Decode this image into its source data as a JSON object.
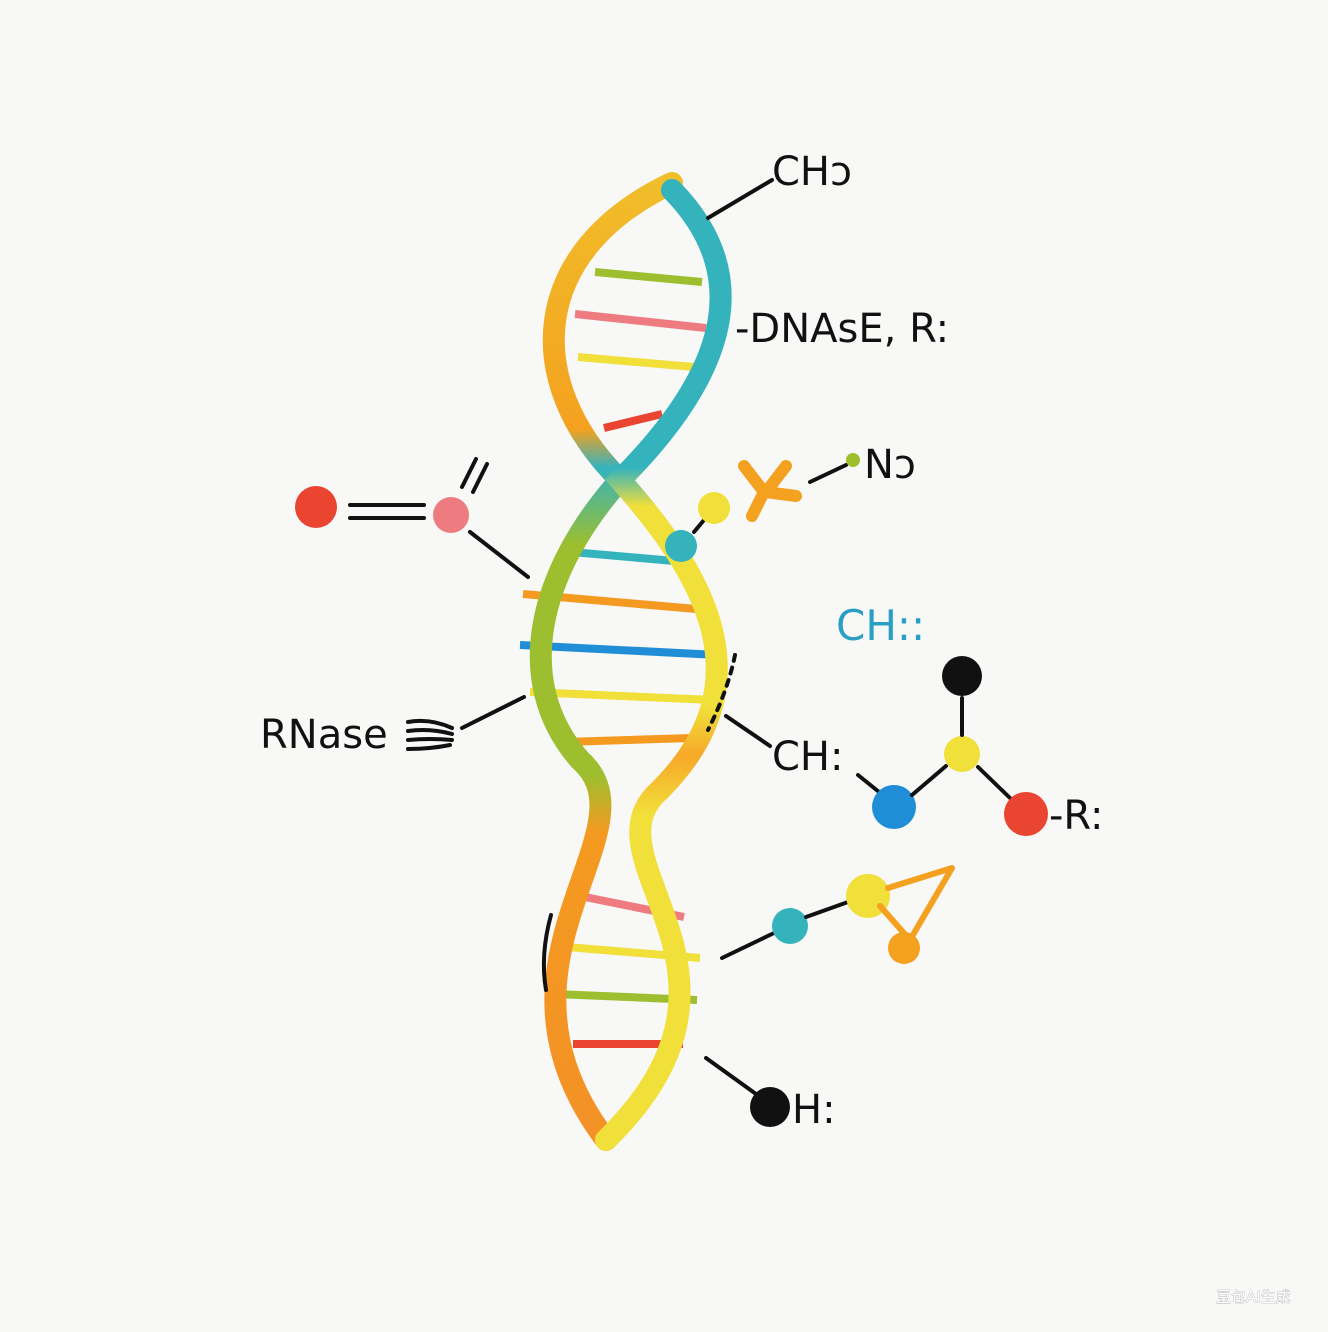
{
  "labels": {
    "ch3_top": "CHɔ",
    "dnase": "-DNAsE, R:",
    "n3": "Nɔ",
    "ch_blue": "CH::",
    "ch_mid": "CH:",
    "rnase": "RNase",
    "r_right": "-R:",
    "h_bottom": "H:"
  },
  "watermark": "豆包AI生成",
  "colors": {
    "orange": "#f4a11f",
    "teal": "#35b3bd",
    "lime": "#9dbf2f",
    "yellow": "#f1df3a",
    "red": "#ea4530",
    "pink": "#ee7b80",
    "blue": "#1f8ed6",
    "black": "#111111",
    "light_blue": "#2a9fc4"
  },
  "icons": [
    "triple-bond-icon",
    "wave-glyph-icon"
  ]
}
